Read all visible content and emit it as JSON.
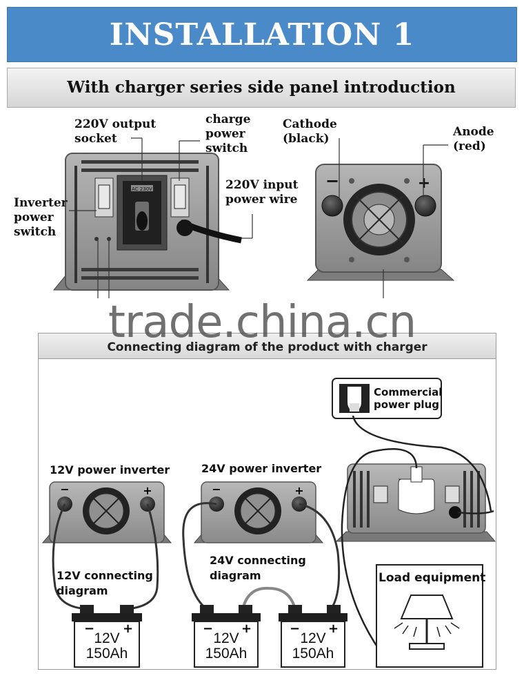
{
  "header": {
    "title": "INSTALLATION 1"
  },
  "panel": {
    "title": "With charger series side panel introduction"
  },
  "labels": {
    "output_socket": "220V output\nsocket",
    "charge_switch": "charge\npower\nswitch",
    "input_wire": "220V input\npower wire",
    "inverter_switch": "Inverter\npower\nswitch",
    "cathode": "Cathode\n(black)",
    "anode": "Anode\n(red)",
    "socket_plate": "AC 230V"
  },
  "watermark": "trade.china.cn",
  "diagram": {
    "title": "Connecting diagram of the product with charger",
    "plug_label": "Commercial\npower plug",
    "inverter_12v": "12V power inverter",
    "inverter_24v": "24V power inverter",
    "conn_12v": "12V connecting\ndiagram",
    "conn_24v": "24V connecting\ndiagram",
    "load": "Load equipment",
    "battery_text": "12V\n150Ah"
  },
  "colors": {
    "header_bg": "#4a8ac9",
    "device_gray": "#9a9a9a"
  }
}
